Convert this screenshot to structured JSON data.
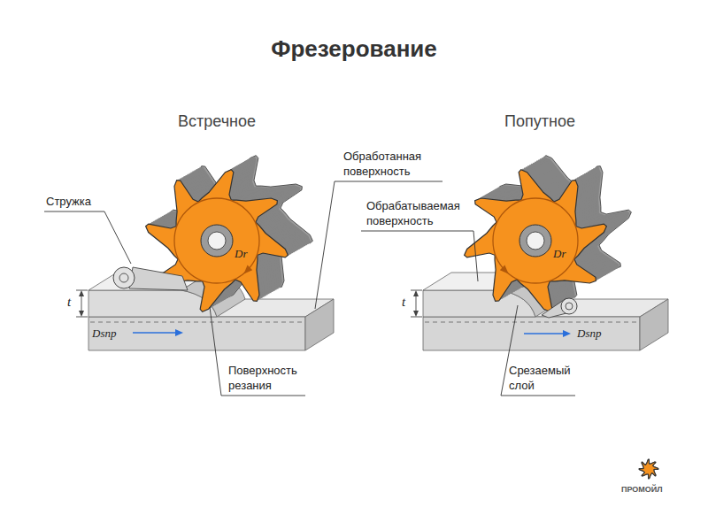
{
  "diagram": {
    "title": "Фрезерование",
    "labels": [
      "Встречное",
      "Попутное",
      "Стружка",
      "Обработанная поверхность",
      "t",
      "Dr",
      "Dsпр",
      "Поверхность резания",
      "Обрабатываемая поверхность",
      "t",
      "Dr",
      "Dsпр",
      "Срезаемый слой",
      "ПРОМОЙЛ"
    ]
  }
}
